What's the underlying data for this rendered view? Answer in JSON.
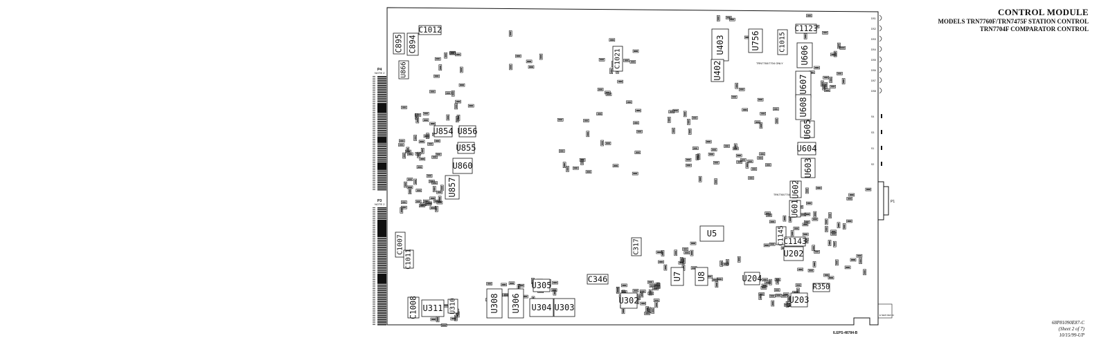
{
  "title": {
    "main": "CONTROL MODULE",
    "line1": "MODELS TRN7760F/TRN7475F STATION CONTROL",
    "line2": "TRN7704F COMPARATOR CONTROL"
  },
  "doc_ref": {
    "number": "68P81090E87-C",
    "sheet": "(Sheet 2 of 7)",
    "date": "10/15/99-UP"
  },
  "drawing_id": "ILEPS-48784-B",
  "connectors": {
    "p4": "P4",
    "p4_note": "NOTE 2",
    "p3": "P3",
    "p3_note": "NOTE 2",
    "p1": "P1"
  },
  "notes": {
    "trn_only": "TRN7760/7704 ONLY",
    "trn_only_2": "TRN7760/7704"
  },
  "components": {
    "ics": [
      "U860",
      "U857",
      "U854",
      "U856",
      "U855",
      "U311",
      "U310",
      "U308",
      "U306",
      "U305",
      "U304",
      "U303",
      "U302",
      "U5",
      "U7",
      "U8",
      "U204",
      "U203",
      "U202",
      "U403",
      "U402",
      "U756",
      "U606",
      "U607",
      "U608",
      "U605",
      "U604",
      "U603",
      "U602",
      "U601",
      "U866"
    ],
    "caps": [
      "C1012",
      "C895",
      "C894",
      "C1021",
      "C1015",
      "C1123",
      "C1007",
      "C1011",
      "C1008",
      "C346",
      "C317",
      "C1145",
      "C1143"
    ],
    "resistors": [
      "R350"
    ]
  },
  "indicators": [
    "DS1",
    "DS2",
    "DS3",
    "DS4",
    "DS5",
    "DS6",
    "DS7",
    "DS8"
  ],
  "switches": [
    "S4",
    "S3",
    "S1",
    "S2"
  ],
  "fiducial": "E NEW REF 04"
}
